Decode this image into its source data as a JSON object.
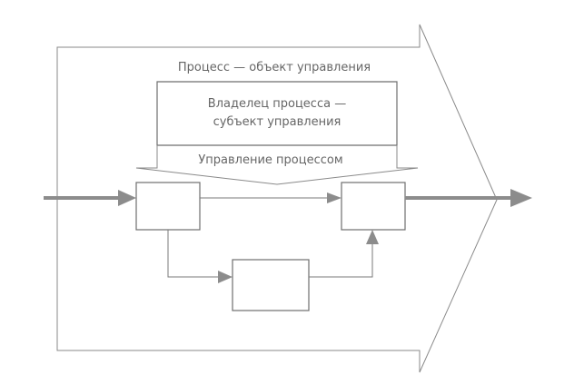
{
  "diagram": {
    "process_label": "Процесс — объект управления",
    "owner_label_line1": "Владелец процесса —",
    "owner_label_line2": "субъект управления",
    "management_label": "Управление процессом"
  },
  "colors": {
    "stroke": "#6e6e6e",
    "thick_arrow": "#8c8c8c",
    "text": "#666666"
  }
}
